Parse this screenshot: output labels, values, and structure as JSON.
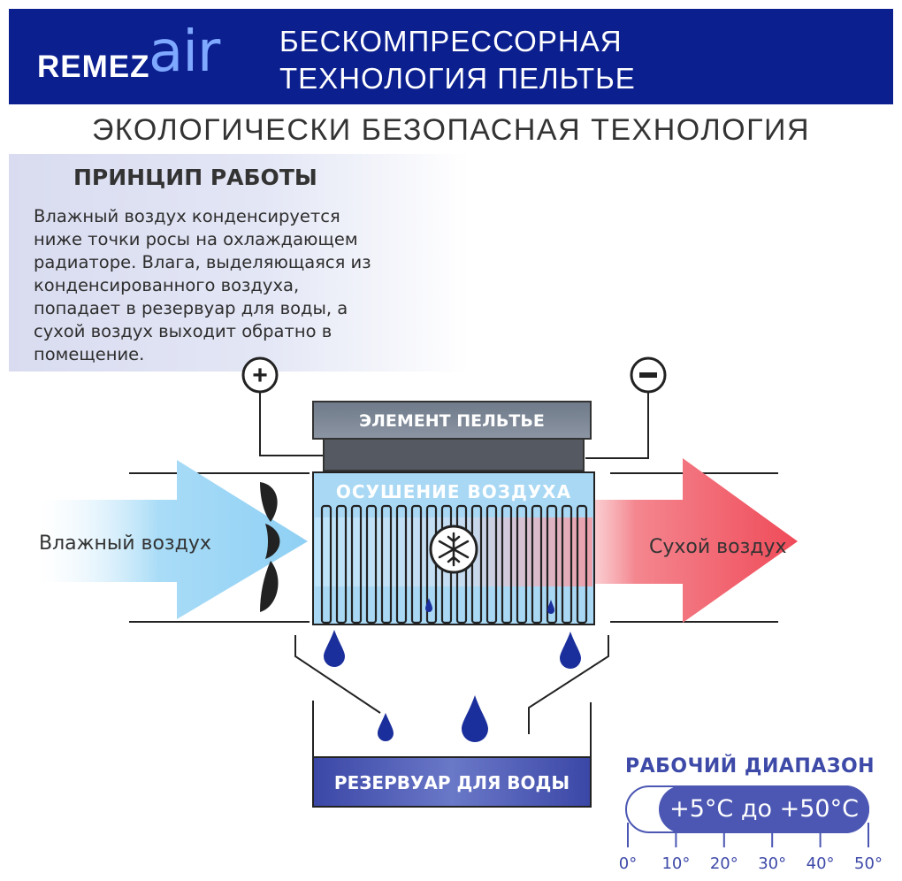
{
  "header": {
    "logo_remez": "REMEZ",
    "logo_air": "air",
    "title_line1": "БЕСКОМПРЕССОРНАЯ",
    "title_line2": "ТЕХНОЛОГИЯ ПЕЛЬТЬЕ"
  },
  "subtitle": "ЭКОЛОГИЧЕСКИ БЕЗОПАСНАЯ ТЕХНОЛОГИЯ",
  "principle": {
    "title": "ПРИНЦИП РАБОТЫ",
    "lines": [
      "Влажный воздух конденсируется",
      "ниже точки росы на охлаждающем",
      "радиаторе. Влага, выделяющаяся из",
      "конденсированного воздуха,",
      "попадает в резервуар для воды, а",
      "сухой воздух выходит обратно в",
      "помещение."
    ]
  },
  "diagram": {
    "plus_sign": "+",
    "minus_sign": "-",
    "peltier_label": "ЭЛЕМЕНТ ПЕЛЬТЬЕ",
    "drying_label": "ОСУШЕНИЕ ВОЗДУХА",
    "wet_air": "Влажный воздух",
    "dry_air": "Сухой воздух",
    "reservoir_label": "РЕЗЕРВУАР ДЛЯ ВОДЫ",
    "icons": [
      "fan-icon",
      "snowflake-icon",
      "water-drop-icon"
    ],
    "colors": {
      "cold": "#8fd0f4",
      "hot": "#f04d5c",
      "drop": "#1b2f9c",
      "accent": "#4b57b3"
    }
  },
  "range": {
    "title": "РАБОЧИЙ ДИАПАЗОН",
    "value_text": "+5°C до +50°C",
    "min": 5,
    "max": 50,
    "ticks": [
      "0°",
      "10°",
      "20°",
      "30°",
      "40°",
      "50°"
    ]
  }
}
